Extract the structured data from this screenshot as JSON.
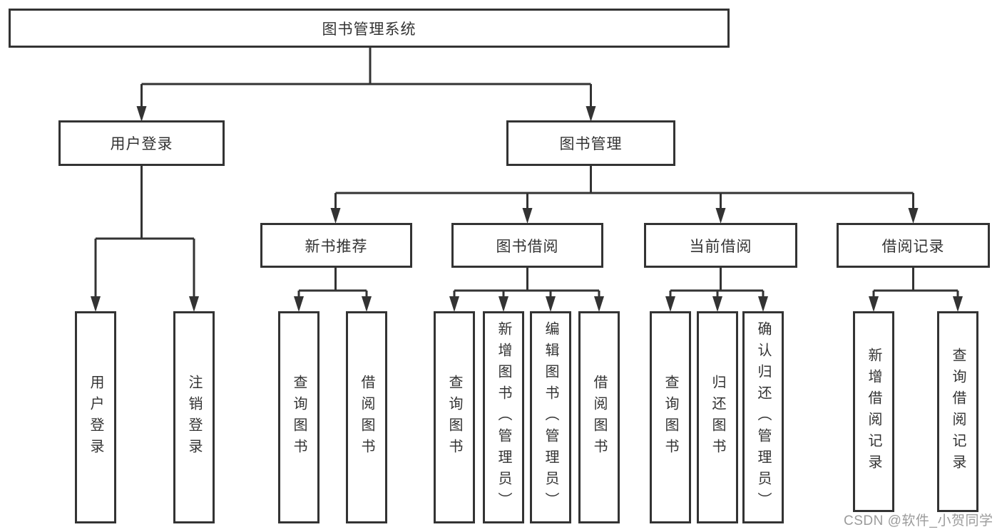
{
  "colors": {
    "line": "#333333",
    "text": "#333333",
    "box_background": "#ffffff",
    "watermark": "#9b9b9b"
  },
  "watermark": "CSDN @软件_小贺同学",
  "tree": {
    "root": {
      "label": "图书管理系统"
    },
    "children": [
      {
        "label": "用户登录",
        "children": [
          {
            "label": "用户登录"
          },
          {
            "label": "注销登录"
          }
        ]
      },
      {
        "label": "图书管理",
        "children": [
          {
            "label": "新书推荐",
            "children": [
              {
                "label": "查询图书"
              },
              {
                "label": "借阅图书"
              }
            ]
          },
          {
            "label": "图书借阅",
            "children": [
              {
                "label": "查询图书"
              },
              {
                "label": "新增图书（管理员）"
              },
              {
                "label": "编辑图书（管理员）"
              },
              {
                "label": "借阅图书"
              }
            ]
          },
          {
            "label": "当前借阅",
            "children": [
              {
                "label": "查询图书"
              },
              {
                "label": "归还图书"
              },
              {
                "label": "确认归还（管理员）"
              }
            ]
          },
          {
            "label": "借阅记录",
            "children": [
              {
                "label": "新增借阅记录"
              },
              {
                "label": "查询借阅记录"
              }
            ]
          }
        ]
      }
    ]
  }
}
